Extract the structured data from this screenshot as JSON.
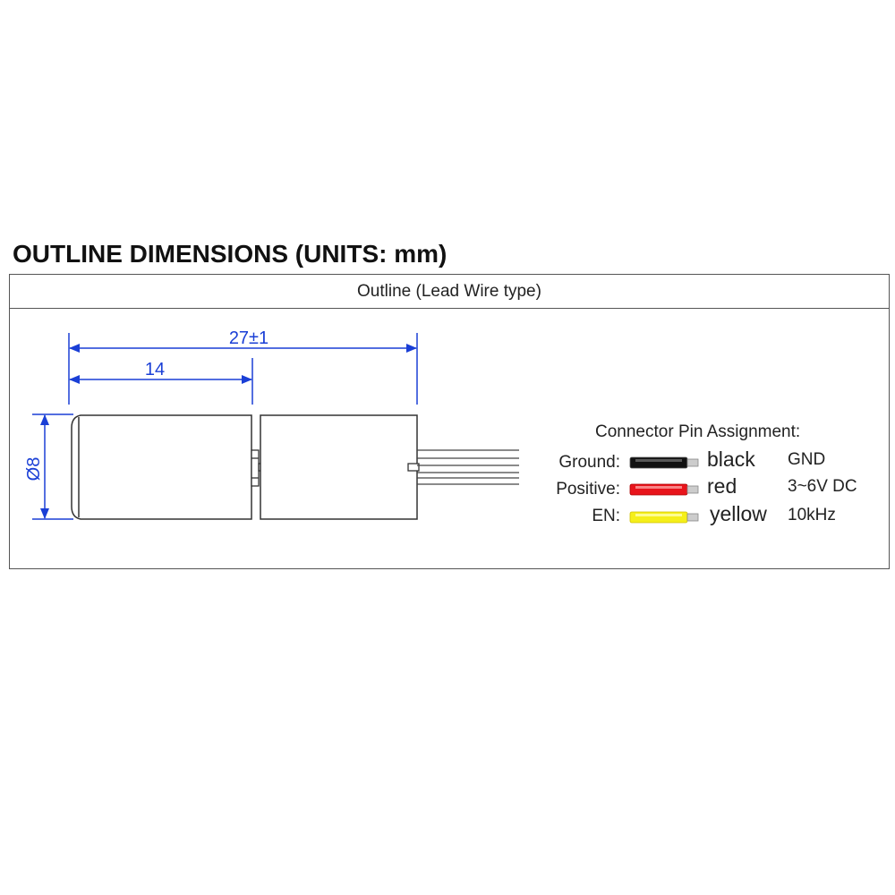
{
  "title": "OUTLINE DIMENSIONS (UNITS: mm)",
  "table_header": "Outline (Lead Wire type)",
  "dimensions": {
    "overall_length": "27±1",
    "body_length": "14",
    "diameter": "Ø8"
  },
  "pin_assignment": {
    "title": "Connector Pin Assignment:",
    "pins": [
      {
        "label": "Ground:",
        "wire_color_name": "black",
        "signal": "GND",
        "wire_hex": "#111111"
      },
      {
        "label": "Positive:",
        "wire_color_name": "red",
        "signal": "3~6V DC",
        "wire_hex": "#e8141b"
      },
      {
        "label": "EN:",
        "wire_color_name": "yellow",
        "signal": "10kHz",
        "wire_hex": "#f5ef1a"
      }
    ]
  },
  "colors": {
    "dimension_lines": "#1a3fd6",
    "outline": "#333333",
    "frame": "#555555"
  }
}
